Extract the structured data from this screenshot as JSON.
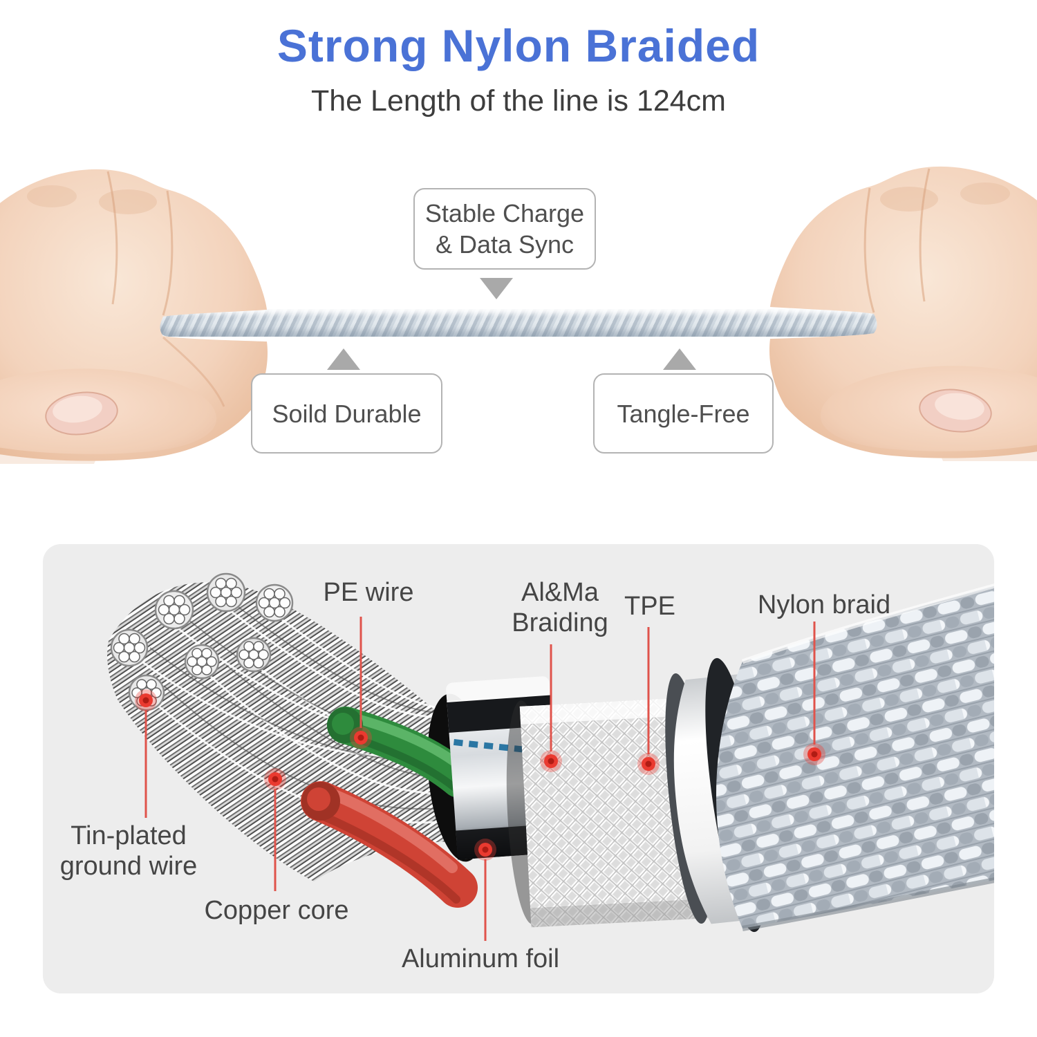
{
  "header": {
    "title": "Strong Nylon Braided",
    "subtitle": "The Length of the line is 124cm"
  },
  "callouts": {
    "stable_charge": {
      "line1": "Stable Charge",
      "line2": "& Data Sync"
    },
    "solid_durable": {
      "label": "Soild Durable"
    },
    "tangle_free": {
      "label": "Tangle-Free"
    }
  },
  "diagram": {
    "labels": {
      "pe_wire": "PE wire",
      "alma_braiding_line1": "Al&Ma",
      "alma_braiding_line2": "Braiding",
      "tpe": "TPE",
      "nylon_braid": "Nylon braid",
      "tin_plated_line1": "Tin-plated",
      "tin_plated_line2": "ground wire",
      "copper_core": "Copper core",
      "aluminum_foil": "Aluminum foil"
    },
    "colors": {
      "title_blue": "#4a72d6",
      "accent_red": "#e8342c",
      "green_wire": "#2e8b3d",
      "red_wire": "#cf4335",
      "nylon_braid_gray": "#b6bec7",
      "cable_braid_blue_gray": "#b7c2cd"
    }
  }
}
